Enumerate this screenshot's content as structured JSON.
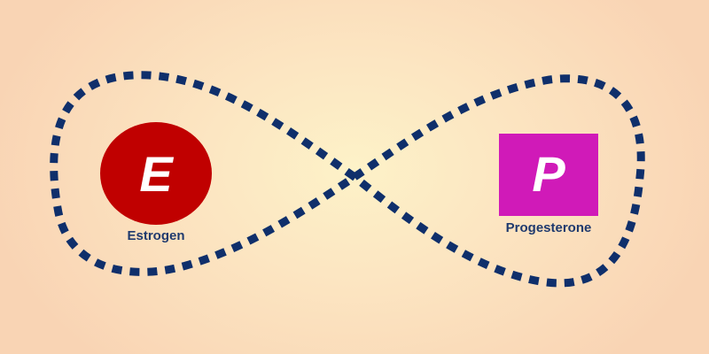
{
  "diagram": {
    "nodes": [
      {
        "id": "estrogen",
        "letter": "E",
        "label": "Estrogen",
        "shape": "circle",
        "color": "#c00000",
        "letter_color": "#ffffff"
      },
      {
        "id": "progesterone",
        "letter": "P",
        "label": "Progesterone",
        "shape": "square",
        "color": "#d01ab8",
        "letter_color": "#ffffff"
      }
    ],
    "connector": {
      "style": "dashed-infinity-loop",
      "color": "#0f2f6b"
    }
  }
}
